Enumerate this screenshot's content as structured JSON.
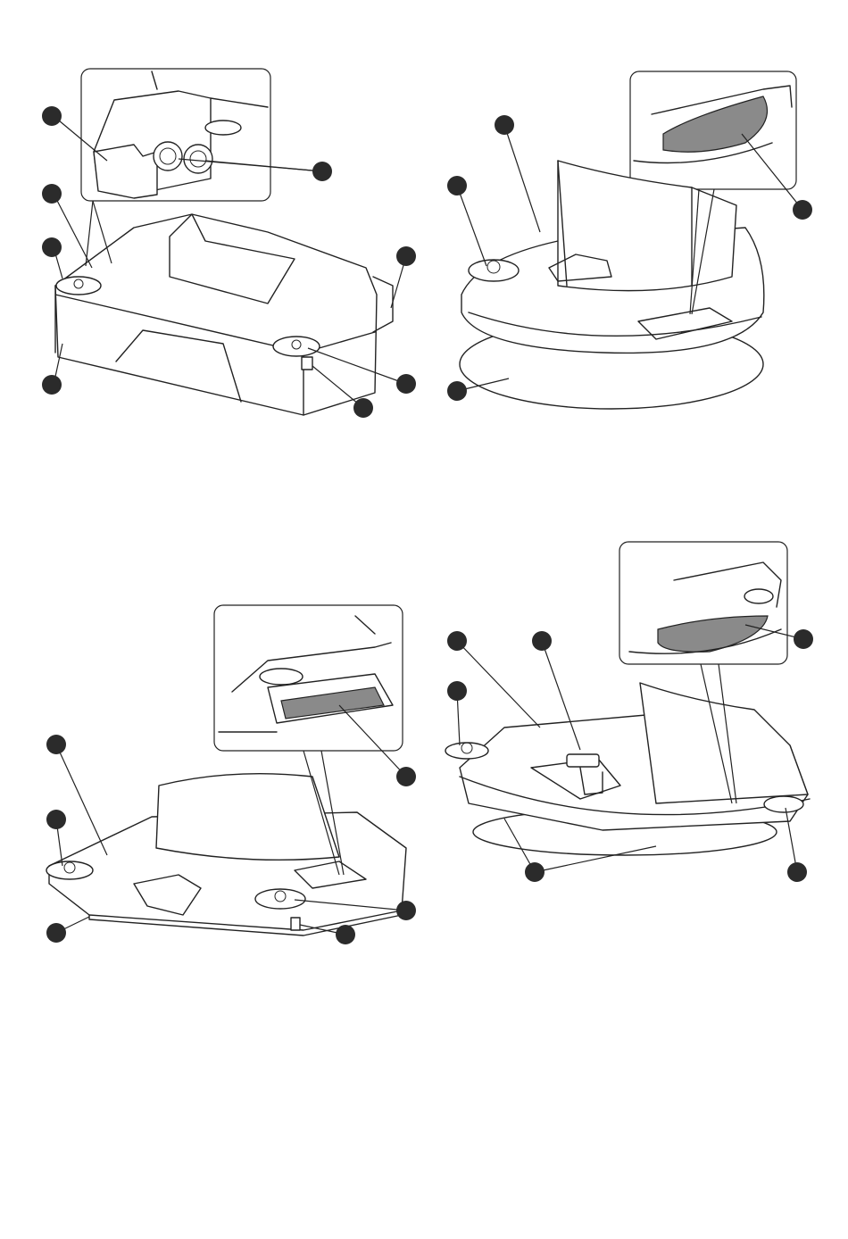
{
  "page": {
    "background": "#ffffff",
    "line_color": "#222222",
    "callout_color": "#2b2b2b",
    "fill_grey": "#8a8a8a"
  },
  "figures": [
    {
      "id": "fig-top-left",
      "description_icon": "machine-base-with-brush-rollers"
    },
    {
      "id": "fig-top-right",
      "description_icon": "round-pad-base-with-pad"
    },
    {
      "id": "fig-bottom-left",
      "description_icon": "rectangular-base-with-pad"
    },
    {
      "id": "fig-bottom-right",
      "description_icon": "round-base-with-handle-connector"
    }
  ]
}
